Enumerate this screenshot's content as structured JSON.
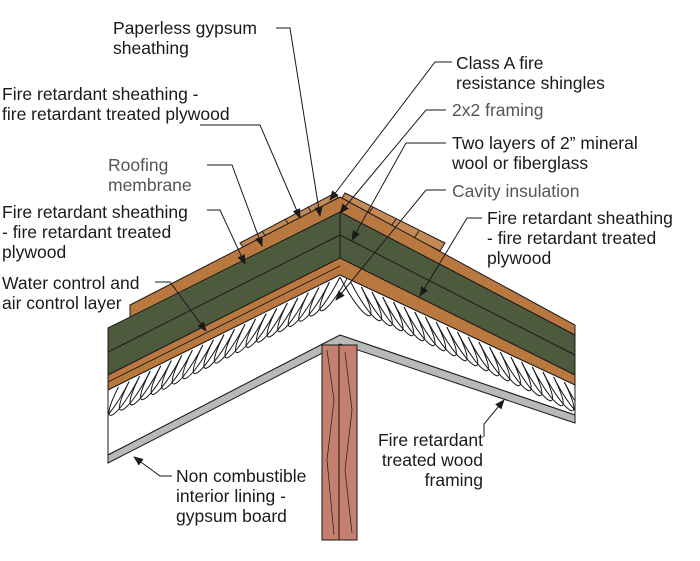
{
  "labels": {
    "paperless_gypsum": [
      "Paperless gypsum",
      "sheathing"
    ],
    "fire_retardant_top": [
      "Fire retardant sheathing -",
      "fire retardant treated plywood"
    ],
    "roofing_membrane": [
      "Roofing",
      "membrane"
    ],
    "fire_retardant_left": [
      "Fire retardant sheathing",
      " - fire retardant treated",
      "plywood"
    ],
    "water_air_control": [
      "Water control and",
      "air control layer"
    ],
    "class_a_shingles": [
      "Class A fire",
      "resistance shingles"
    ],
    "framing_2x2": [
      "2x2 framing"
    ],
    "mineral_wool": [
      "Two layers of 2” mineral",
      "wool or fiberglass"
    ],
    "cavity_insulation": [
      "Cavity insulation"
    ],
    "fire_retardant_right": [
      "Fire retardant sheathing",
      "- fire retardant treated",
      "plywood"
    ],
    "fire_retardant_framing": [
      "Fire retardant",
      "treated wood",
      "framing"
    ],
    "interior_lining": [
      "Non combustible",
      "interior lining -",
      "gypsum board"
    ]
  },
  "colors": {
    "shingles": "#c48a55",
    "plywood": "#b9783f",
    "mineral_wool": "#4d5a3e",
    "paperless_gypsum": "#f3eec0",
    "insulation_bg": "#ffffff",
    "gypsum_board": "#b9b9b9",
    "wood_framing": "#c57f6e",
    "outline": "#1a1a1a"
  }
}
